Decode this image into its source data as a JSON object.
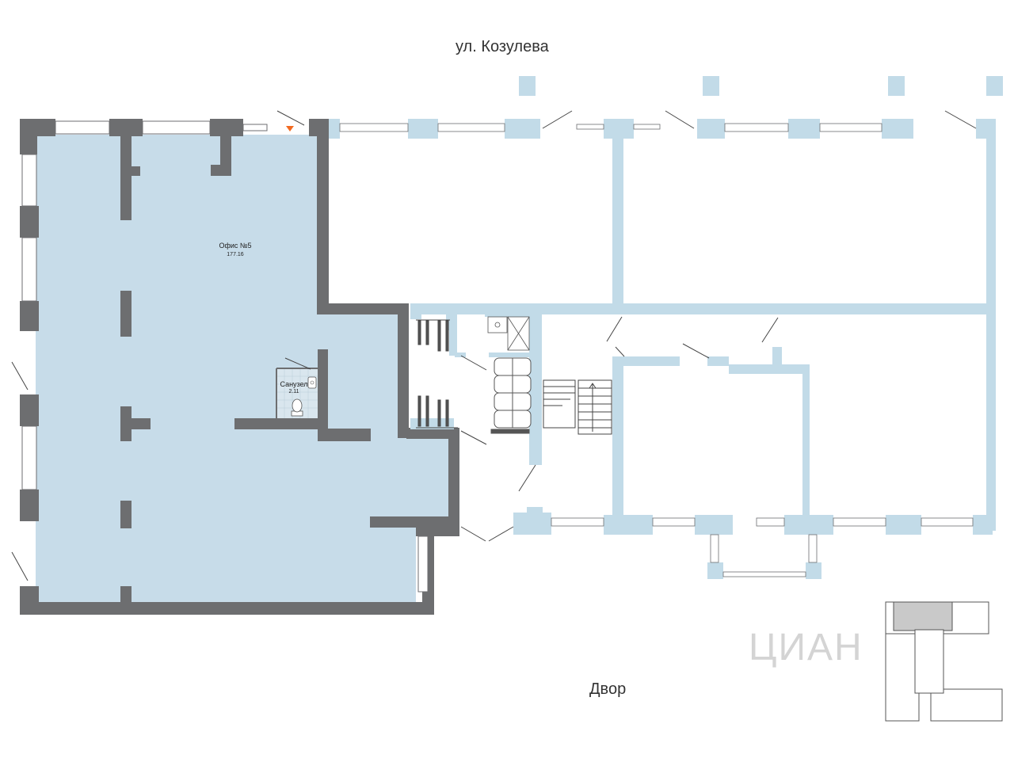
{
  "streets": {
    "top": "ул. Козулева",
    "bottom": "Двор"
  },
  "rooms": {
    "office": {
      "name": "Офис №5",
      "area": "177.16"
    },
    "wc": {
      "name": "Санузел",
      "area": "2.11"
    }
  },
  "watermark": "ЦИАН",
  "colors": {
    "highlight_fill": "#c7dce9",
    "own_wall": "#6d6e70",
    "other_wall": "#c2dbe8",
    "window": "#ffffff",
    "entrance_marker": "#f26a21",
    "line": "#444444"
  },
  "icons": [
    "bicycle-rack-icon",
    "sink-icon",
    "toilet-icon",
    "stairs-icon",
    "entrance-arrow-icon",
    "chair-icon"
  ]
}
